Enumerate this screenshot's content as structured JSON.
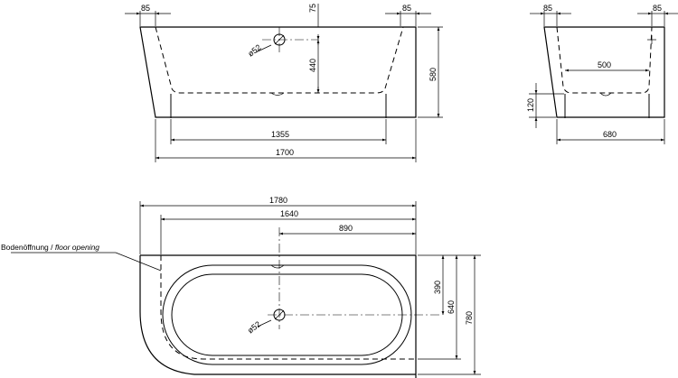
{
  "front_view": {
    "dim_top_left": "85",
    "dim_top_right": "85",
    "dim_drain_offset": "75",
    "dim_drain_diameter": "ø52",
    "dim_inner_depth": "440",
    "dim_height": "580",
    "dim_bottom_inner": "1355",
    "dim_bottom_total": "1700"
  },
  "side_view": {
    "dim_top_left": "85",
    "dim_top_right": "85",
    "dim_inner_bottom": "500",
    "dim_foot_height": "120",
    "dim_depth": "680"
  },
  "top_view": {
    "dim_length_total": "1780",
    "dim_length_inner": "1640",
    "dim_drain_position": "890",
    "dim_drain_diameter": "ø52",
    "dim_width_half": "390",
    "dim_width_inner": "640",
    "dim_width_total": "780",
    "floor_label_de": "Bodenöffnung / ",
    "floor_label_en": "floor opening"
  }
}
